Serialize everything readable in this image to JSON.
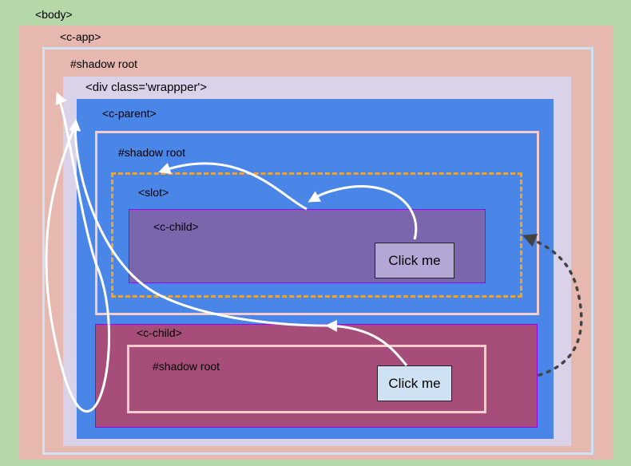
{
  "labels": {
    "body": "<body>",
    "app": "<c-app>",
    "app_shadow": "#shadow root",
    "wrapper": "<div class='wrappper'>",
    "parent": "<c-parent>",
    "parent_shadow": "#shadow root",
    "slot": "<slot>",
    "slotted_child": "<c-child>",
    "child": "<c-child>",
    "child_shadow": "#shadow root"
  },
  "buttons": {
    "slotted_click": "Click me",
    "child_click": "Click me"
  },
  "colors": {
    "body_bg": "#b6d7a8",
    "app_bg": "#e6b8af",
    "shadow_border": "#cfe2f3",
    "wrapper_bg": "#d9d2e9",
    "parent_bg": "#4a86e8",
    "slot_border": "#f6a21c",
    "slotted_child_bg": "#7b66ae",
    "child_bg": "#a64d79",
    "button_slotted": "#b4a7d6",
    "button_child": "#cfe2f3",
    "arrow_white": "#ffffff",
    "arrow_dotted": "#434343"
  }
}
